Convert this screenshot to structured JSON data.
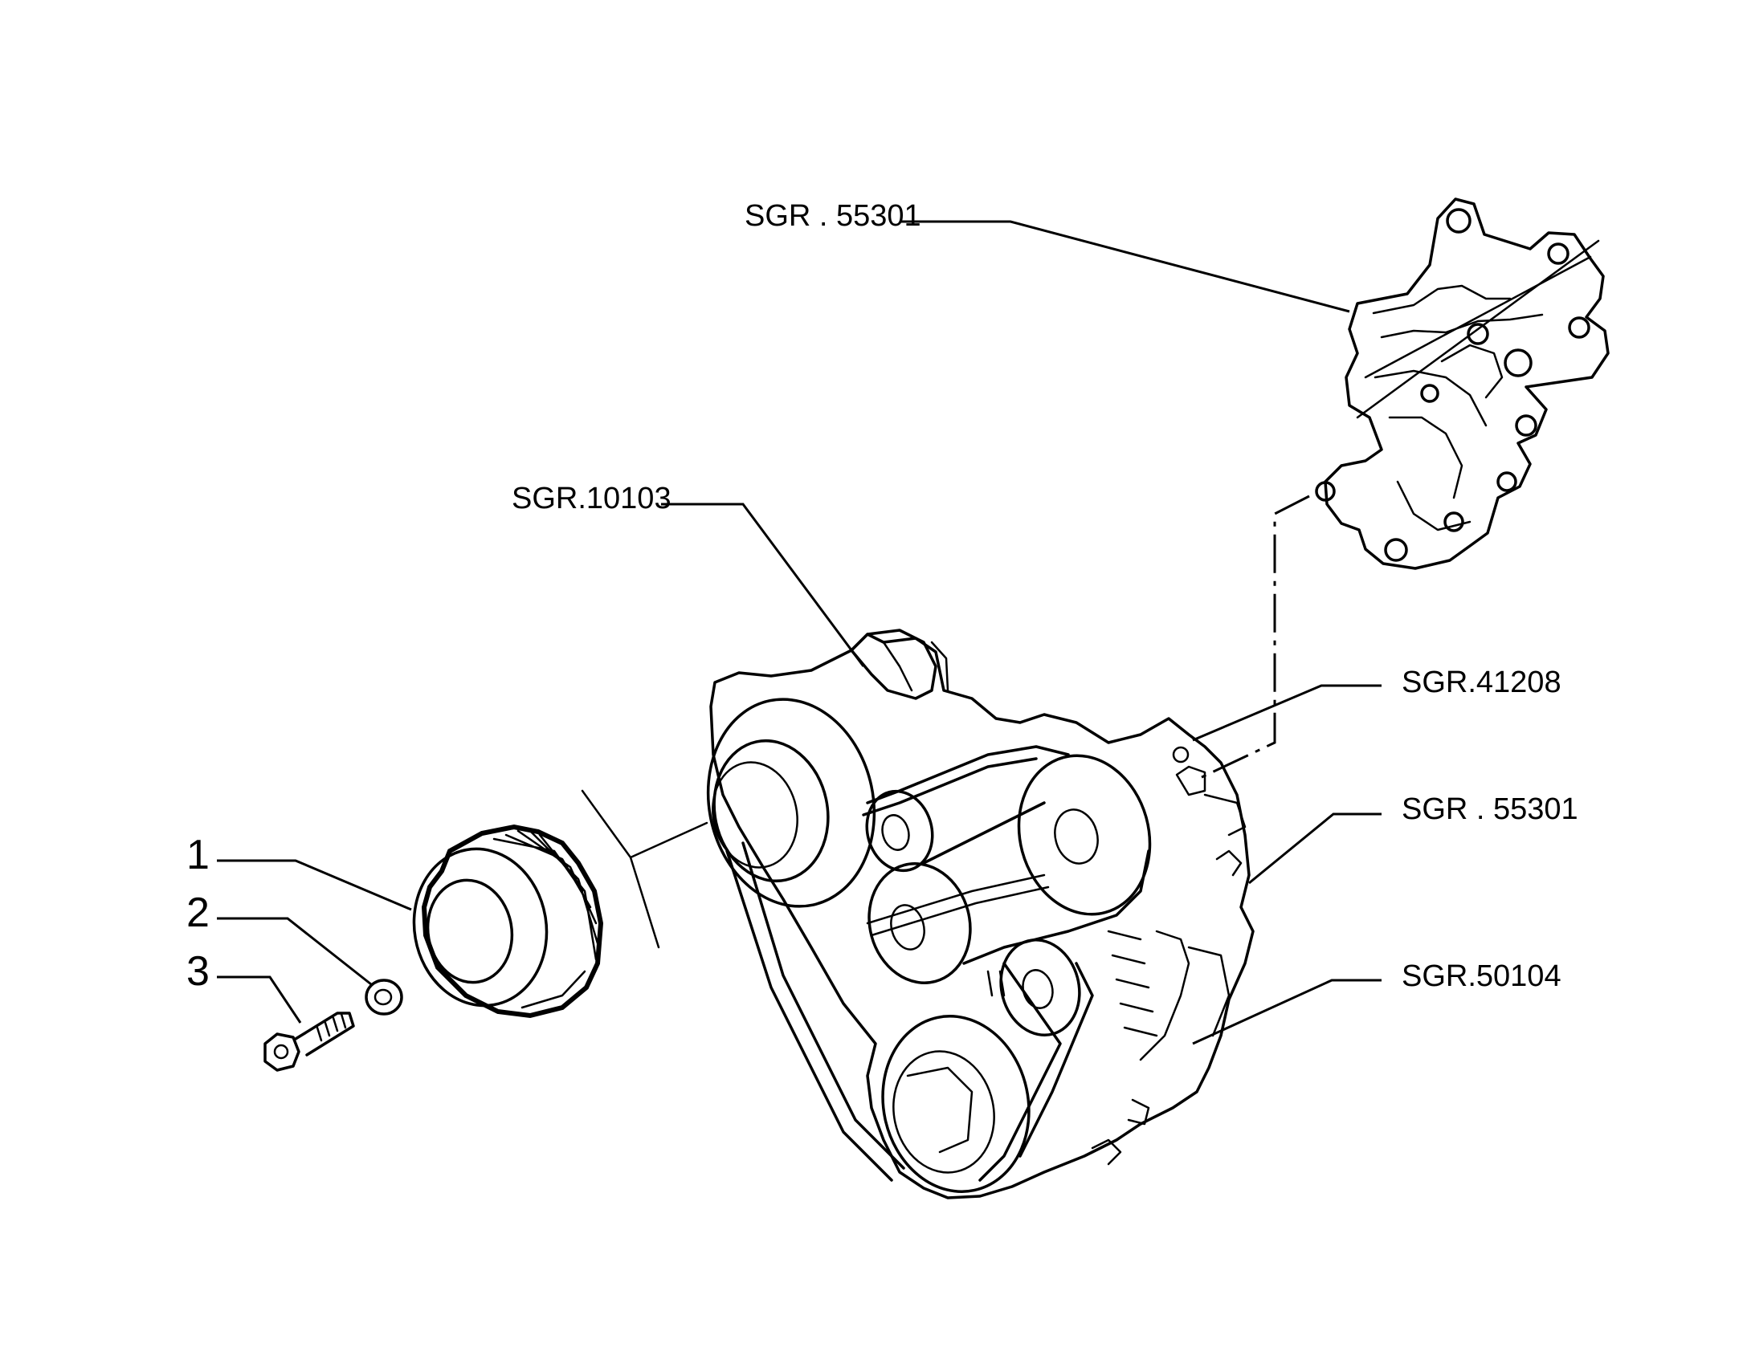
{
  "callouts": [
    {
      "id": "bracket-upper",
      "text": "SGR . 55301"
    },
    {
      "id": "engine-block",
      "text": "SGR.10103"
    },
    {
      "id": "belt",
      "text": "SGR.41208"
    },
    {
      "id": "bracket-lower",
      "text": "SGR . 55301"
    },
    {
      "id": "alternator",
      "text": "SGR.50104"
    }
  ],
  "parts": [
    {
      "number": "1",
      "part": "pulley"
    },
    {
      "number": "2",
      "part": "washer"
    },
    {
      "number": "3",
      "part": "bolt"
    }
  ]
}
